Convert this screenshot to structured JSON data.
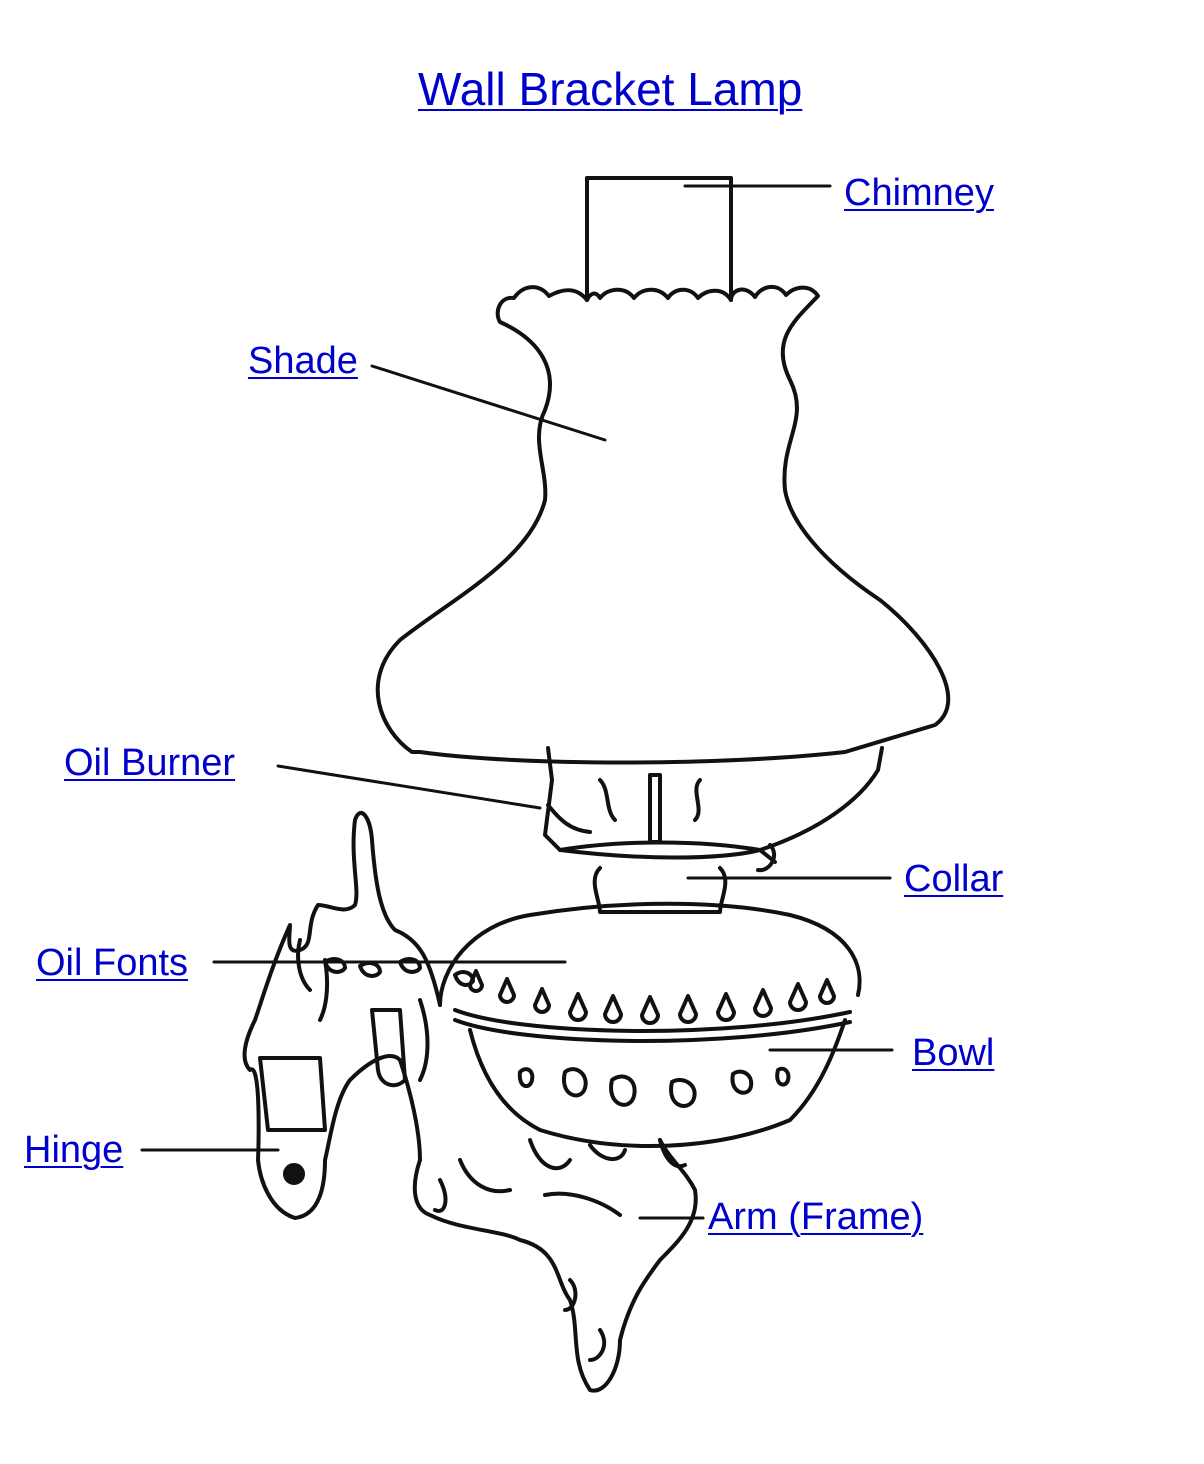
{
  "title": "Wall Bracket Lamp",
  "labels": {
    "chimney": "Chimney",
    "shade": "Shade",
    "oil_burner": "Oil Burner",
    "collar": "Collar",
    "oil_fonts": "Oil Fonts",
    "bowl": "Bowl",
    "hinge": "Hinge",
    "arm": "Arm (Frame)"
  },
  "colors": {
    "link": "#0000cc",
    "line_art": "#111111",
    "background": "#ffffff"
  }
}
